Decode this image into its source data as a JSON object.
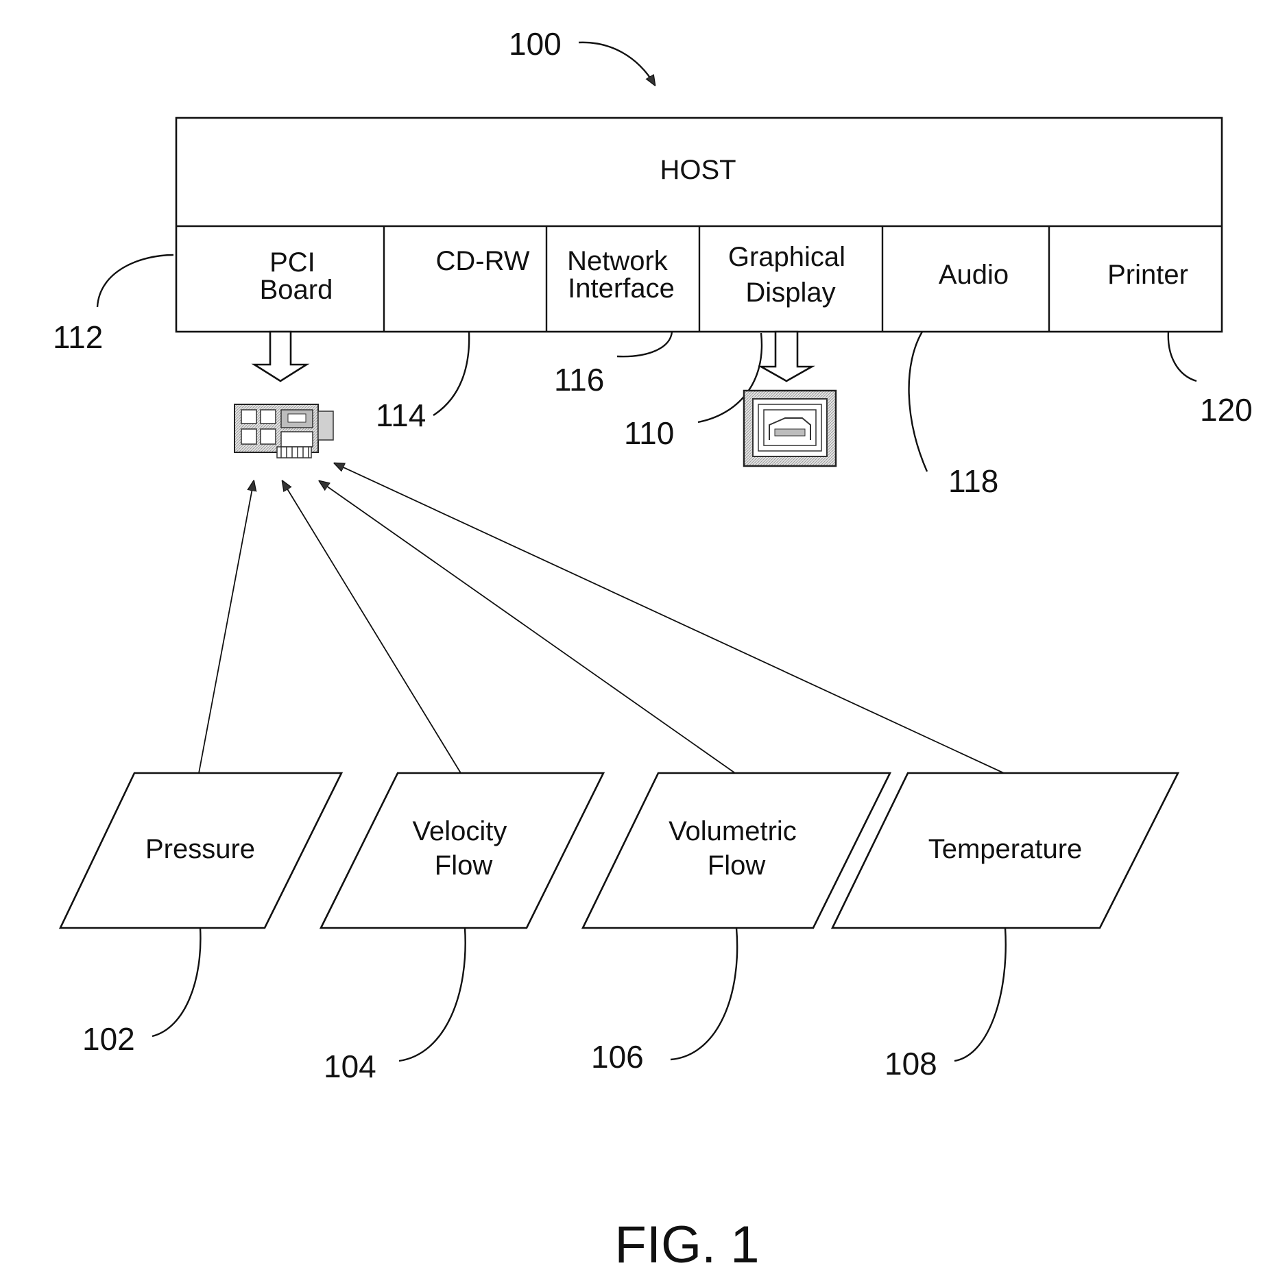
{
  "diagram": {
    "figure_caption": "FIG. 1",
    "system_ref": "100",
    "host": {
      "label": "HOST"
    },
    "host_components": [
      {
        "lines": [
          "PCI",
          "Board"
        ],
        "ref": "112"
      },
      {
        "lines": [
          "CD-RW"
        ],
        "ref": "114"
      },
      {
        "lines": [
          "Network",
          "Interface"
        ],
        "ref": "116"
      },
      {
        "lines": [
          "Graphical",
          "Display"
        ],
        "ref": "110"
      },
      {
        "lines": [
          "Audio"
        ],
        "ref": "118"
      },
      {
        "lines": [
          "Printer"
        ],
        "ref": "120"
      }
    ],
    "sensors": [
      {
        "lines": [
          "Pressure"
        ],
        "ref": "102"
      },
      {
        "lines": [
          "Velocity",
          "Flow"
        ],
        "ref": "104"
      },
      {
        "lines": [
          "Volumetric",
          "Flow"
        ],
        "ref": "106"
      },
      {
        "lines": [
          "Temperature"
        ],
        "ref": "108"
      }
    ],
    "icons": {
      "board": "circuit-board-icon",
      "display": "monitor-icon"
    },
    "colors": {
      "ink": "#111111",
      "background": "#ffffff",
      "icon_fill": "#d9d9d9"
    }
  }
}
